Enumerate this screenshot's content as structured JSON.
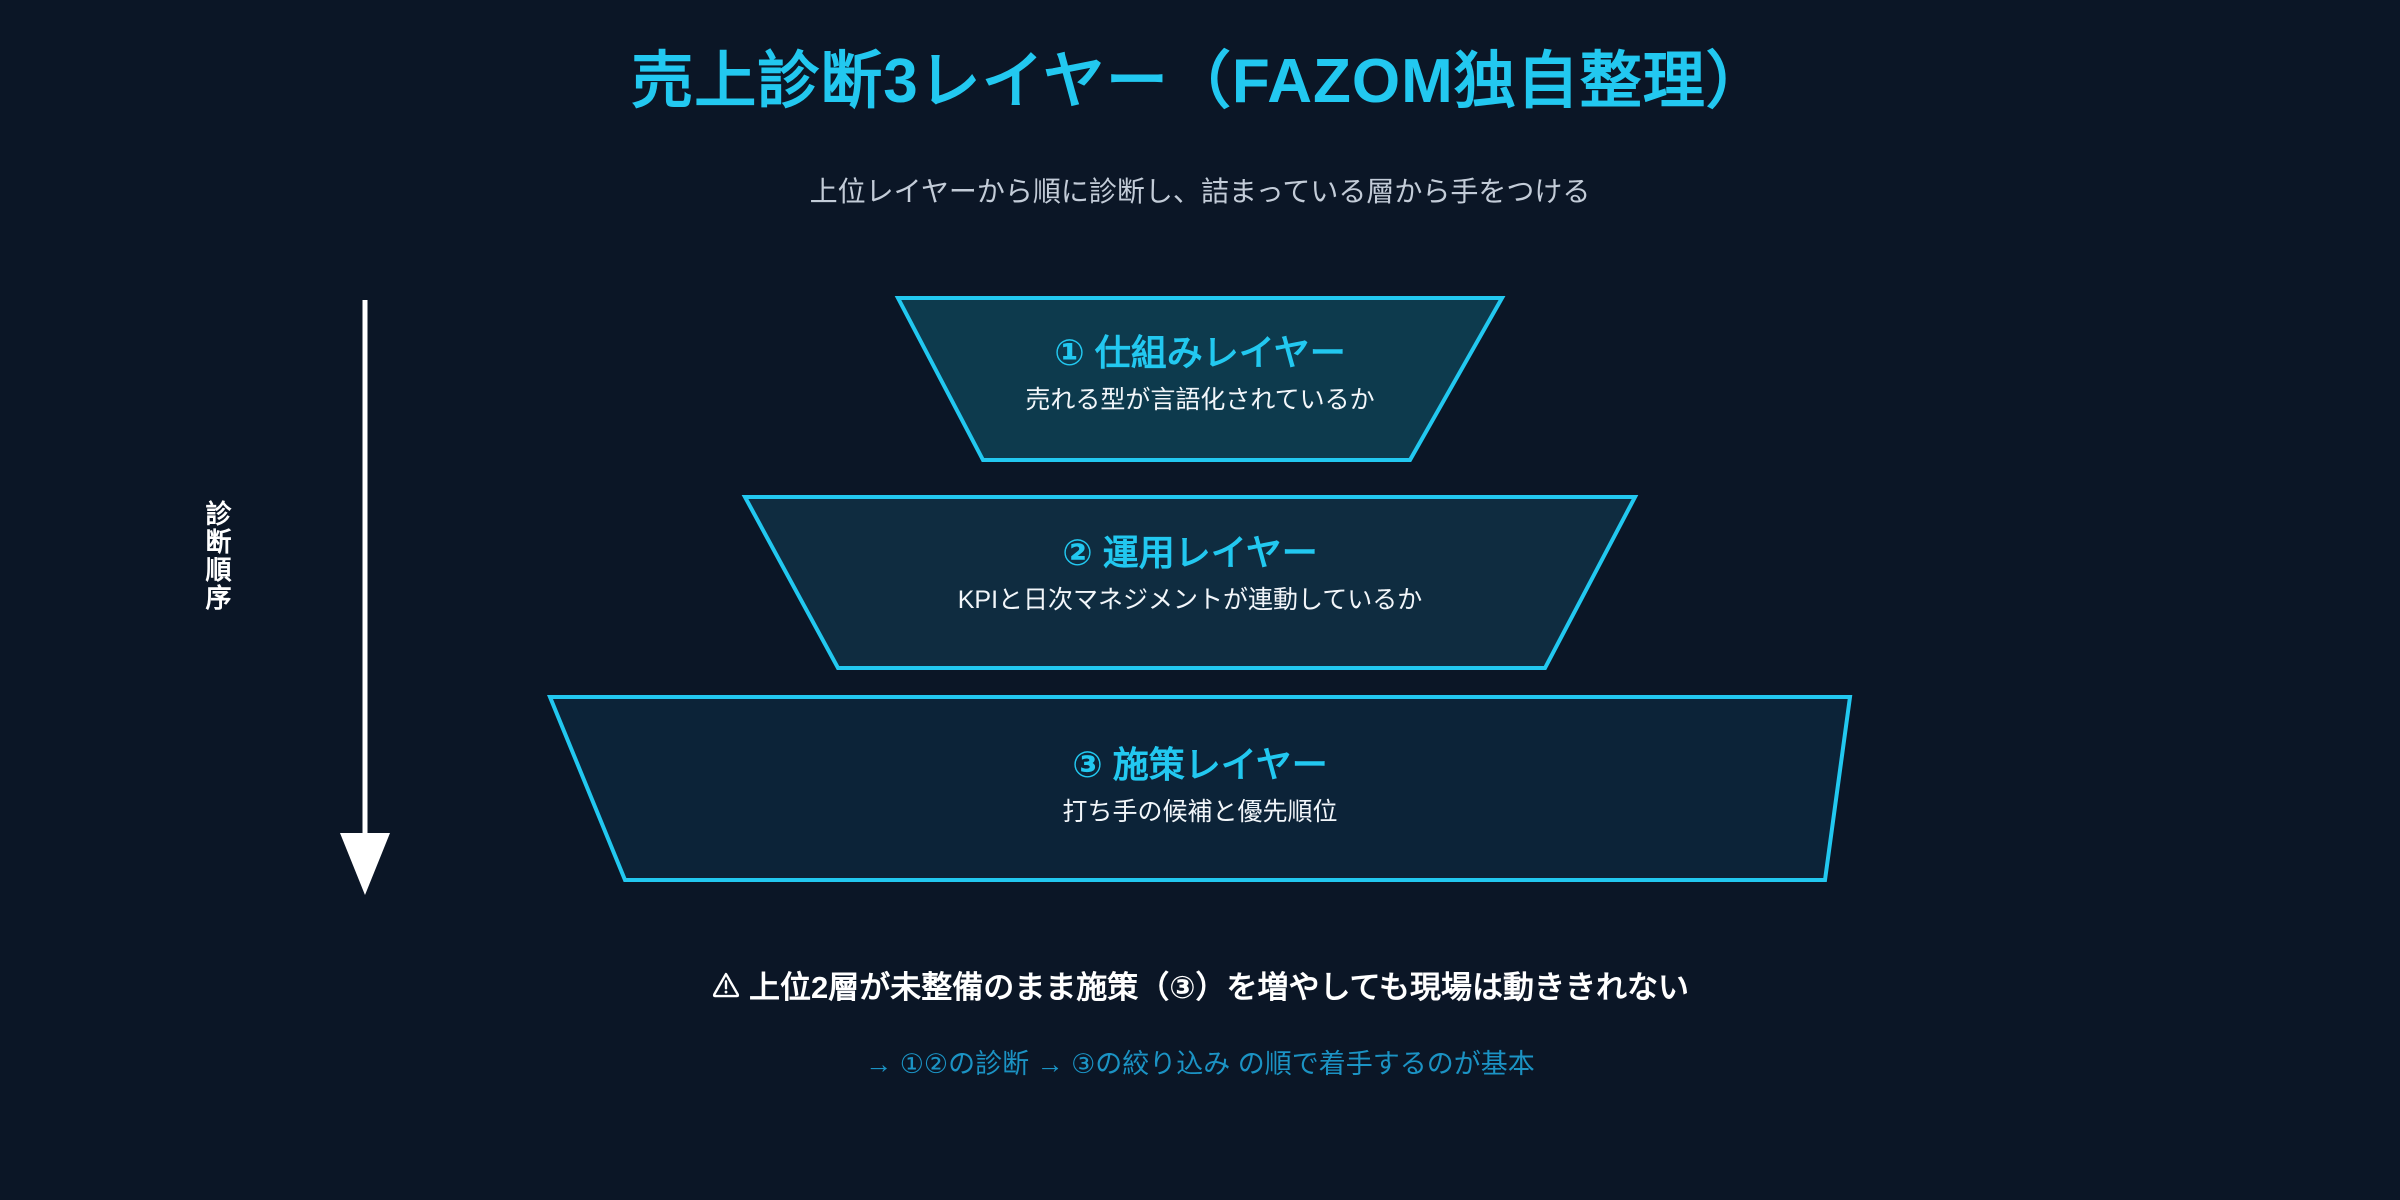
{
  "header": {
    "title": "売上診断3レイヤー（FAZOM独自整理）",
    "subtitle": "上位レイヤーから順に診断し、詰まっている層から手をつける"
  },
  "axis": {
    "label": "診断順序",
    "arrow_icon": "down-arrow-icon"
  },
  "funnel": {
    "layers": [
      {
        "title": "① 仕組みレイヤー",
        "desc": "売れる型が言語化されているか",
        "fill": "#0d3a4d",
        "stroke": "#22c8f0"
      },
      {
        "title": "② 運用レイヤー",
        "desc": "KPIと日次マネジメントが連動しているか",
        "fill": "#0f2c40",
        "stroke": "#22c8f0"
      },
      {
        "title": "③ 施策レイヤー",
        "desc": "打ち手の候補と優先順位",
        "fill": "#0c2338",
        "stroke": "#22c8f0"
      }
    ]
  },
  "footer": {
    "warning_icon": "warning-triangle-icon",
    "warning": "上位2層が未整備のまま施策（③）を増やしても現場は動ききれない",
    "note": "→ ①②の診断 → ③の絞り込み の順で着手するのが基本"
  },
  "colors": {
    "background": "#0b1626",
    "accent": "#22c8f0",
    "note_text": "#1b93c4",
    "body_text": "#f2f6fa",
    "subtitle_text": "#c3ccd8"
  }
}
